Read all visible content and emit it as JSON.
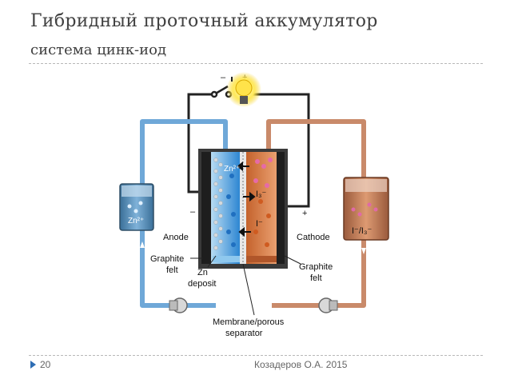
{
  "slide": {
    "title": "Гибридный проточный аккумулятор",
    "subtitle": "система цинк-иод",
    "page_number": "20",
    "footer": "Козадеров О.А. 2015"
  },
  "diagram": {
    "switch_minus": "–",
    "switch_plus": "+",
    "terminal_minus": "–",
    "terminal_plus": "+",
    "anode": "Anode",
    "cathode": "Cathode",
    "graphite_felt_left_1": "Graphite",
    "graphite_felt_left_2": "felt",
    "graphite_felt_right_1": "Graphite",
    "graphite_felt_right_2": "felt",
    "zn_deposit_1": "Zn",
    "zn_deposit_2": "deposit",
    "membrane_1": "Membrane/porous",
    "membrane_2": "separator",
    "tank_left": "Zn²⁺",
    "tank_right": "I⁻/I₃⁻",
    "cell_zn": "Zn²⁺",
    "cell_i3": "I₃⁻",
    "cell_i": "I⁻"
  },
  "colors": {
    "anolyte": "#5aa7dc",
    "catholyte": "#d98a56",
    "pipe_left": "#6fa8d8",
    "pipe_right": "#c98a6a"
  }
}
